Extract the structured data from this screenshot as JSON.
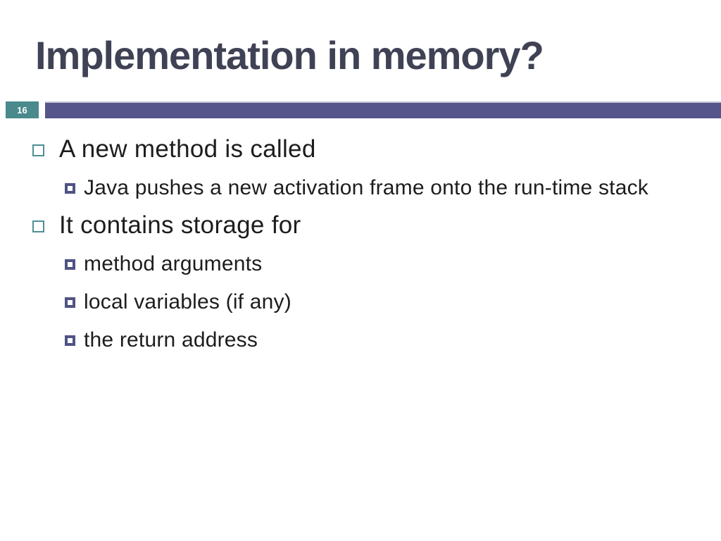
{
  "slide": {
    "title": "Implementation in memory?",
    "page_number": "16",
    "bullets": [
      {
        "level": 1,
        "text": "A new method is called"
      },
      {
        "level": 2,
        "text": "Java pushes a new activation frame onto the run-time stack"
      },
      {
        "level": 1,
        "text": "It contains storage for"
      },
      {
        "level": 2,
        "text": "method arguments"
      },
      {
        "level": 2,
        "text": "local variables (if any)"
      },
      {
        "level": 2,
        "text": "the return address"
      }
    ],
    "icons": {
      "level1_bullet": "open-square-bullet",
      "level2_bullet": "filled-square-bullet"
    },
    "colors": {
      "accent_teal": "#4A8A8D",
      "accent_purple": "#55548B",
      "accent_bar_top_edge": "#C6C5D2",
      "title_text": "#3F4254",
      "body_text": "#1D1D1D",
      "page_number_text": "#FFFFFF",
      "background": "#FFFFFF"
    }
  }
}
